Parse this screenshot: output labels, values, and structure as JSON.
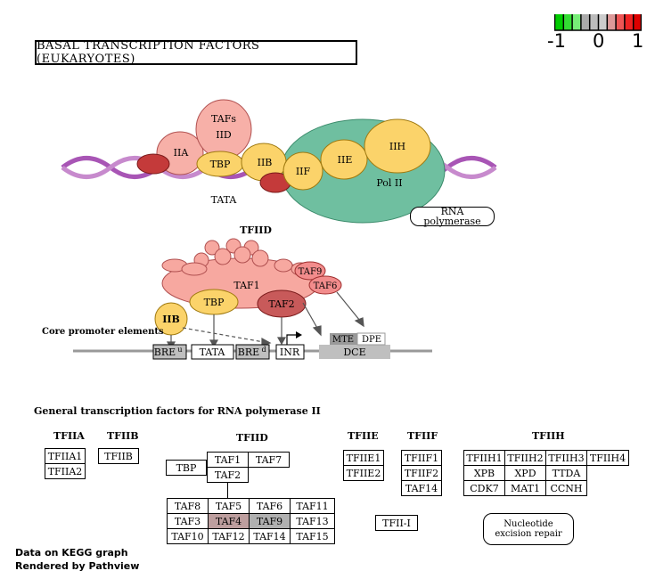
{
  "title": "BASAL TRANSCRIPTION FACTORS (EUKARYOTES)",
  "legend": {
    "min_label": "-1",
    "mid_label": "0",
    "max_label": "1",
    "colors": [
      "#00cc00",
      "#33dd33",
      "#77ee77",
      "#aaaaaa",
      "#bbbbbb",
      "#cccccc",
      "#dd9999",
      "#ee5555",
      "#ee2222",
      "#dd0000"
    ]
  },
  "top_diagram": {
    "tafs_label": "TAFs",
    "iid_label": "IID",
    "iia_label": "IIA",
    "tbp_label": "TBP",
    "iib_label": "IIB",
    "iif_label": "IIF",
    "iie_label": "IIE",
    "iih_label": "IIH",
    "polii_label": "Pol II",
    "tata_label": "TATA",
    "rna_polymerase_label": "RNA polymerase"
  },
  "tfiid_diagram": {
    "heading": "TFIID",
    "taf1_label": "TAF1",
    "taf9_label": "TAF9",
    "taf6_label": "TAF6",
    "tbp_label": "TBP",
    "taf2_label": "TAF2",
    "iib_label": "IIB",
    "core_label": "Core promoter elements",
    "bre_u_main": "BRE",
    "bre_u_sup": "u",
    "tata_label": "TATA",
    "bre_d_main": "BRE",
    "bre_d_sup": "d",
    "inr_label": "INR",
    "mte_label": "MTE",
    "dpe_label": "DPE",
    "dce_label": "DCE"
  },
  "gtf_heading": "General transcription factors for RNA polymerase II",
  "groups": {
    "tfiia": {
      "label": "TFIIA",
      "genes": [
        "TFIIA1",
        "TFIIA2"
      ]
    },
    "tfiib": {
      "label": "TFIIB",
      "genes": [
        "TFIIB"
      ]
    },
    "tfiid": {
      "label": "TFIID",
      "tbp": "TBP",
      "taf1": "TAF1",
      "taf7": "TAF7",
      "taf2": "TAF2",
      "grid": [
        [
          "TAF8",
          "TAF5",
          "TAF6",
          "TAF11"
        ],
        [
          "TAF3",
          "TAF4",
          "TAF9",
          "TAF13"
        ],
        [
          "TAF10",
          "TAF12",
          "TAF14",
          "TAF15"
        ]
      ]
    },
    "tfiie": {
      "label": "TFIIE",
      "genes": [
        "TFIIE1",
        "TFIIE2"
      ]
    },
    "tfiif": {
      "label": "TFIIF",
      "genes": [
        "TFIIF1",
        "TFIIF2",
        "TAF14"
      ]
    },
    "tfiih": {
      "label": "TFIIH",
      "row1": [
        "TFIIH1",
        "TFIIH2",
        "TFIIH3",
        "TFIIH4"
      ],
      "row2": [
        "XPB",
        "XPD",
        "TTDA"
      ],
      "row3": [
        "CDK7",
        "MAT1",
        "CCNH"
      ]
    },
    "tfii_i": "TFII-I"
  },
  "ner_label": "Nucleotide excision repair",
  "footer": {
    "line1": "Data on KEGG graph",
    "line2": "Rendered by Pathview"
  },
  "highlight": {
    "taf4_color": "#bd9e9e",
    "taf9_color": "#b0b0b0",
    "mte_color": "#999999"
  }
}
